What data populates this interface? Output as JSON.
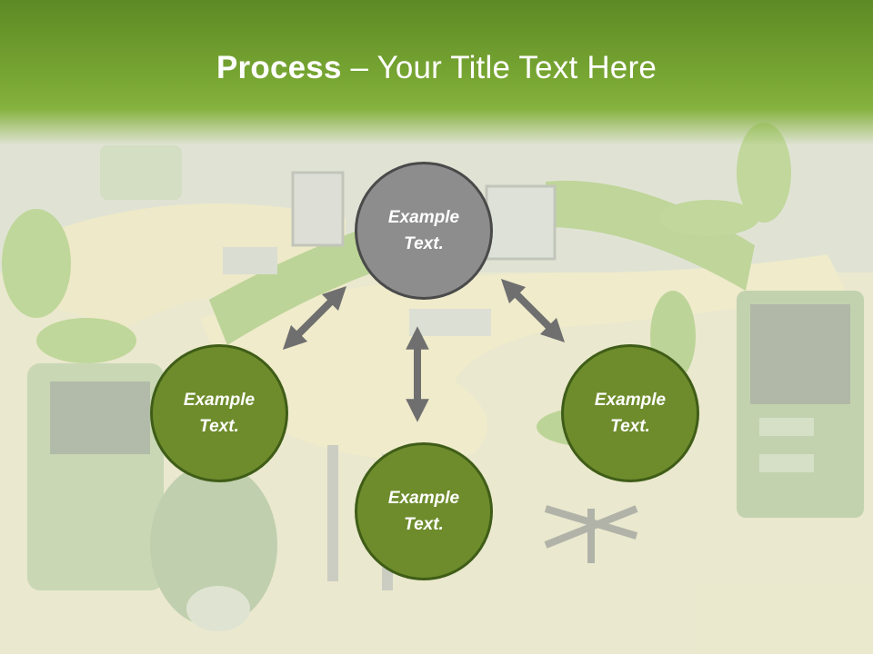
{
  "title": {
    "bold": "Process",
    "rest": " – Your Title Text Here"
  },
  "nodes": [
    {
      "id": "top",
      "text": "Example\nText."
    },
    {
      "id": "left",
      "text": "Example\nText."
    },
    {
      "id": "right",
      "text": "Example\nText."
    },
    {
      "id": "bottom",
      "text": "Example\nText."
    }
  ],
  "colors": {
    "header_green": "#6a9a2c",
    "node_green": "#6e8c2c",
    "node_border": "#3f5d17",
    "node_gray": "#8d8d8d",
    "arrow": "#6f6f6f"
  }
}
